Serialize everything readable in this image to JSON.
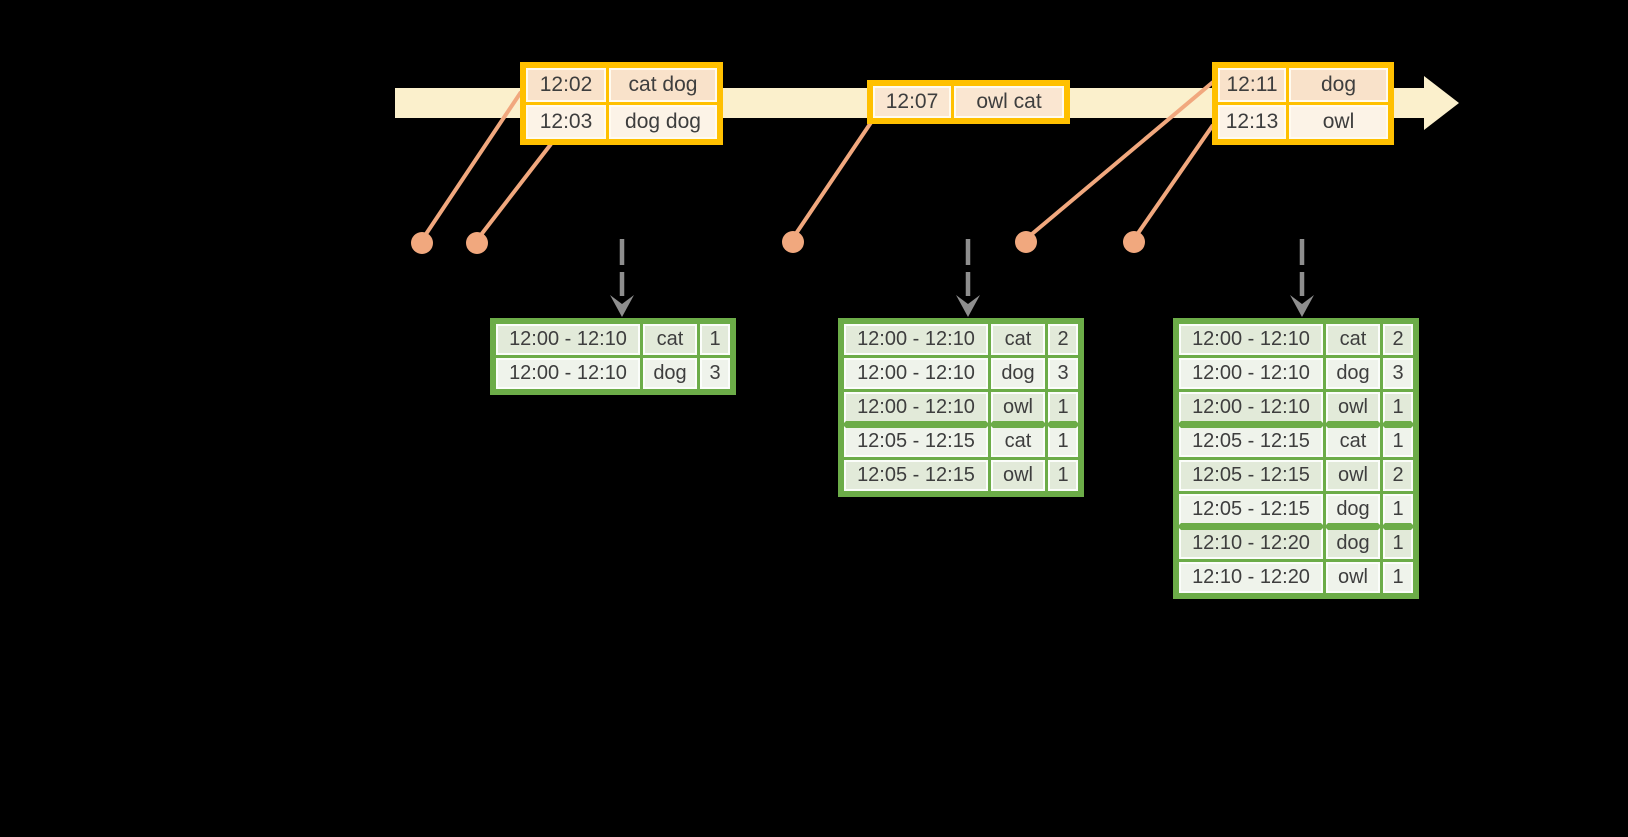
{
  "colors": {
    "background": "#000000",
    "timeline_band": "#FBF0CC",
    "event_border": "#FFC000",
    "event_fill_dark": "#F9E2CA",
    "event_fill_light": "#FCF3E7",
    "event_fill_single": "#FAE6D1",
    "result_border": "#6CAC48",
    "result_fill_dark": "#E2EAD9",
    "result_fill_light": "#EFF3EB",
    "connector": "#F1A87E",
    "trigger_arrow": "#8E8E8E",
    "text": "#3E3E3E"
  },
  "event_tables": [
    {
      "rows": [
        {
          "time": "12:02",
          "words": "cat dog"
        },
        {
          "time": "12:03",
          "words": "dog dog"
        }
      ]
    },
    {
      "rows": [
        {
          "time": "12:07",
          "words": "owl cat"
        }
      ]
    },
    {
      "rows": [
        {
          "time": "12:11",
          "words": "dog"
        },
        {
          "time": "12:13",
          "words": "owl"
        }
      ]
    }
  ],
  "result_tables": [
    {
      "rows": [
        {
          "window": "12:00 - 12:10",
          "word": "cat",
          "count": "1"
        },
        {
          "window": "12:00 - 12:10",
          "word": "dog",
          "count": "3"
        }
      ]
    },
    {
      "rows": [
        {
          "window": "12:00 - 12:10",
          "word": "cat",
          "count": "2"
        },
        {
          "window": "12:00 - 12:10",
          "word": "dog",
          "count": "3"
        },
        {
          "window": "12:00 - 12:10",
          "word": "owl",
          "count": "1"
        },
        {
          "window": "12:05 - 12:15",
          "word": "cat",
          "count": "1"
        },
        {
          "window": "12:05 - 12:15",
          "word": "owl",
          "count": "1"
        }
      ]
    },
    {
      "rows": [
        {
          "window": "12:00 - 12:10",
          "word": "cat",
          "count": "2"
        },
        {
          "window": "12:00 - 12:10",
          "word": "dog",
          "count": "3"
        },
        {
          "window": "12:00 - 12:10",
          "word": "owl",
          "count": "1"
        },
        {
          "window": "12:05 - 12:15",
          "word": "cat",
          "count": "1"
        },
        {
          "window": "12:05 - 12:15",
          "word": "owl",
          "count": "2"
        },
        {
          "window": "12:05 - 12:15",
          "word": "dog",
          "count": "1"
        },
        {
          "window": "12:10 - 12:20",
          "word": "dog",
          "count": "1"
        },
        {
          "window": "12:10 - 12:20",
          "word": "owl",
          "count": "1"
        }
      ]
    }
  ]
}
